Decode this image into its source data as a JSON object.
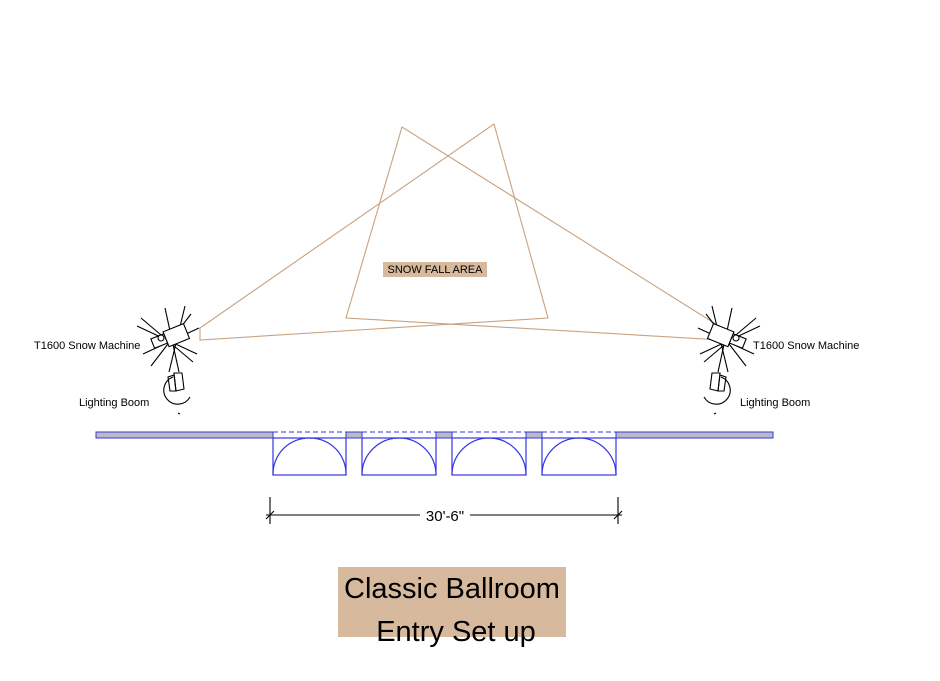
{
  "labels": {
    "snow_fall_area": "SNOW FALL  AREA",
    "left_machine": "T1600 Snow Machine",
    "right_machine": "T1600 Snow Machine",
    "left_boom": "Lighting Boom",
    "right_boom": "Lighting Boom",
    "dimension": "30'-6\"",
    "title_line1": "Classic Ballroom",
    "title_line2": "Entry Set up"
  },
  "colors": {
    "label_bg": "#d7b99e",
    "cone_line": "#c9a27f",
    "door_line": "#3535e6",
    "wall_fill": "#b9b9c9"
  },
  "icons": {
    "snow_machine": "snow-machine-icon",
    "lighting_boom": "lighting-boom-icon"
  }
}
